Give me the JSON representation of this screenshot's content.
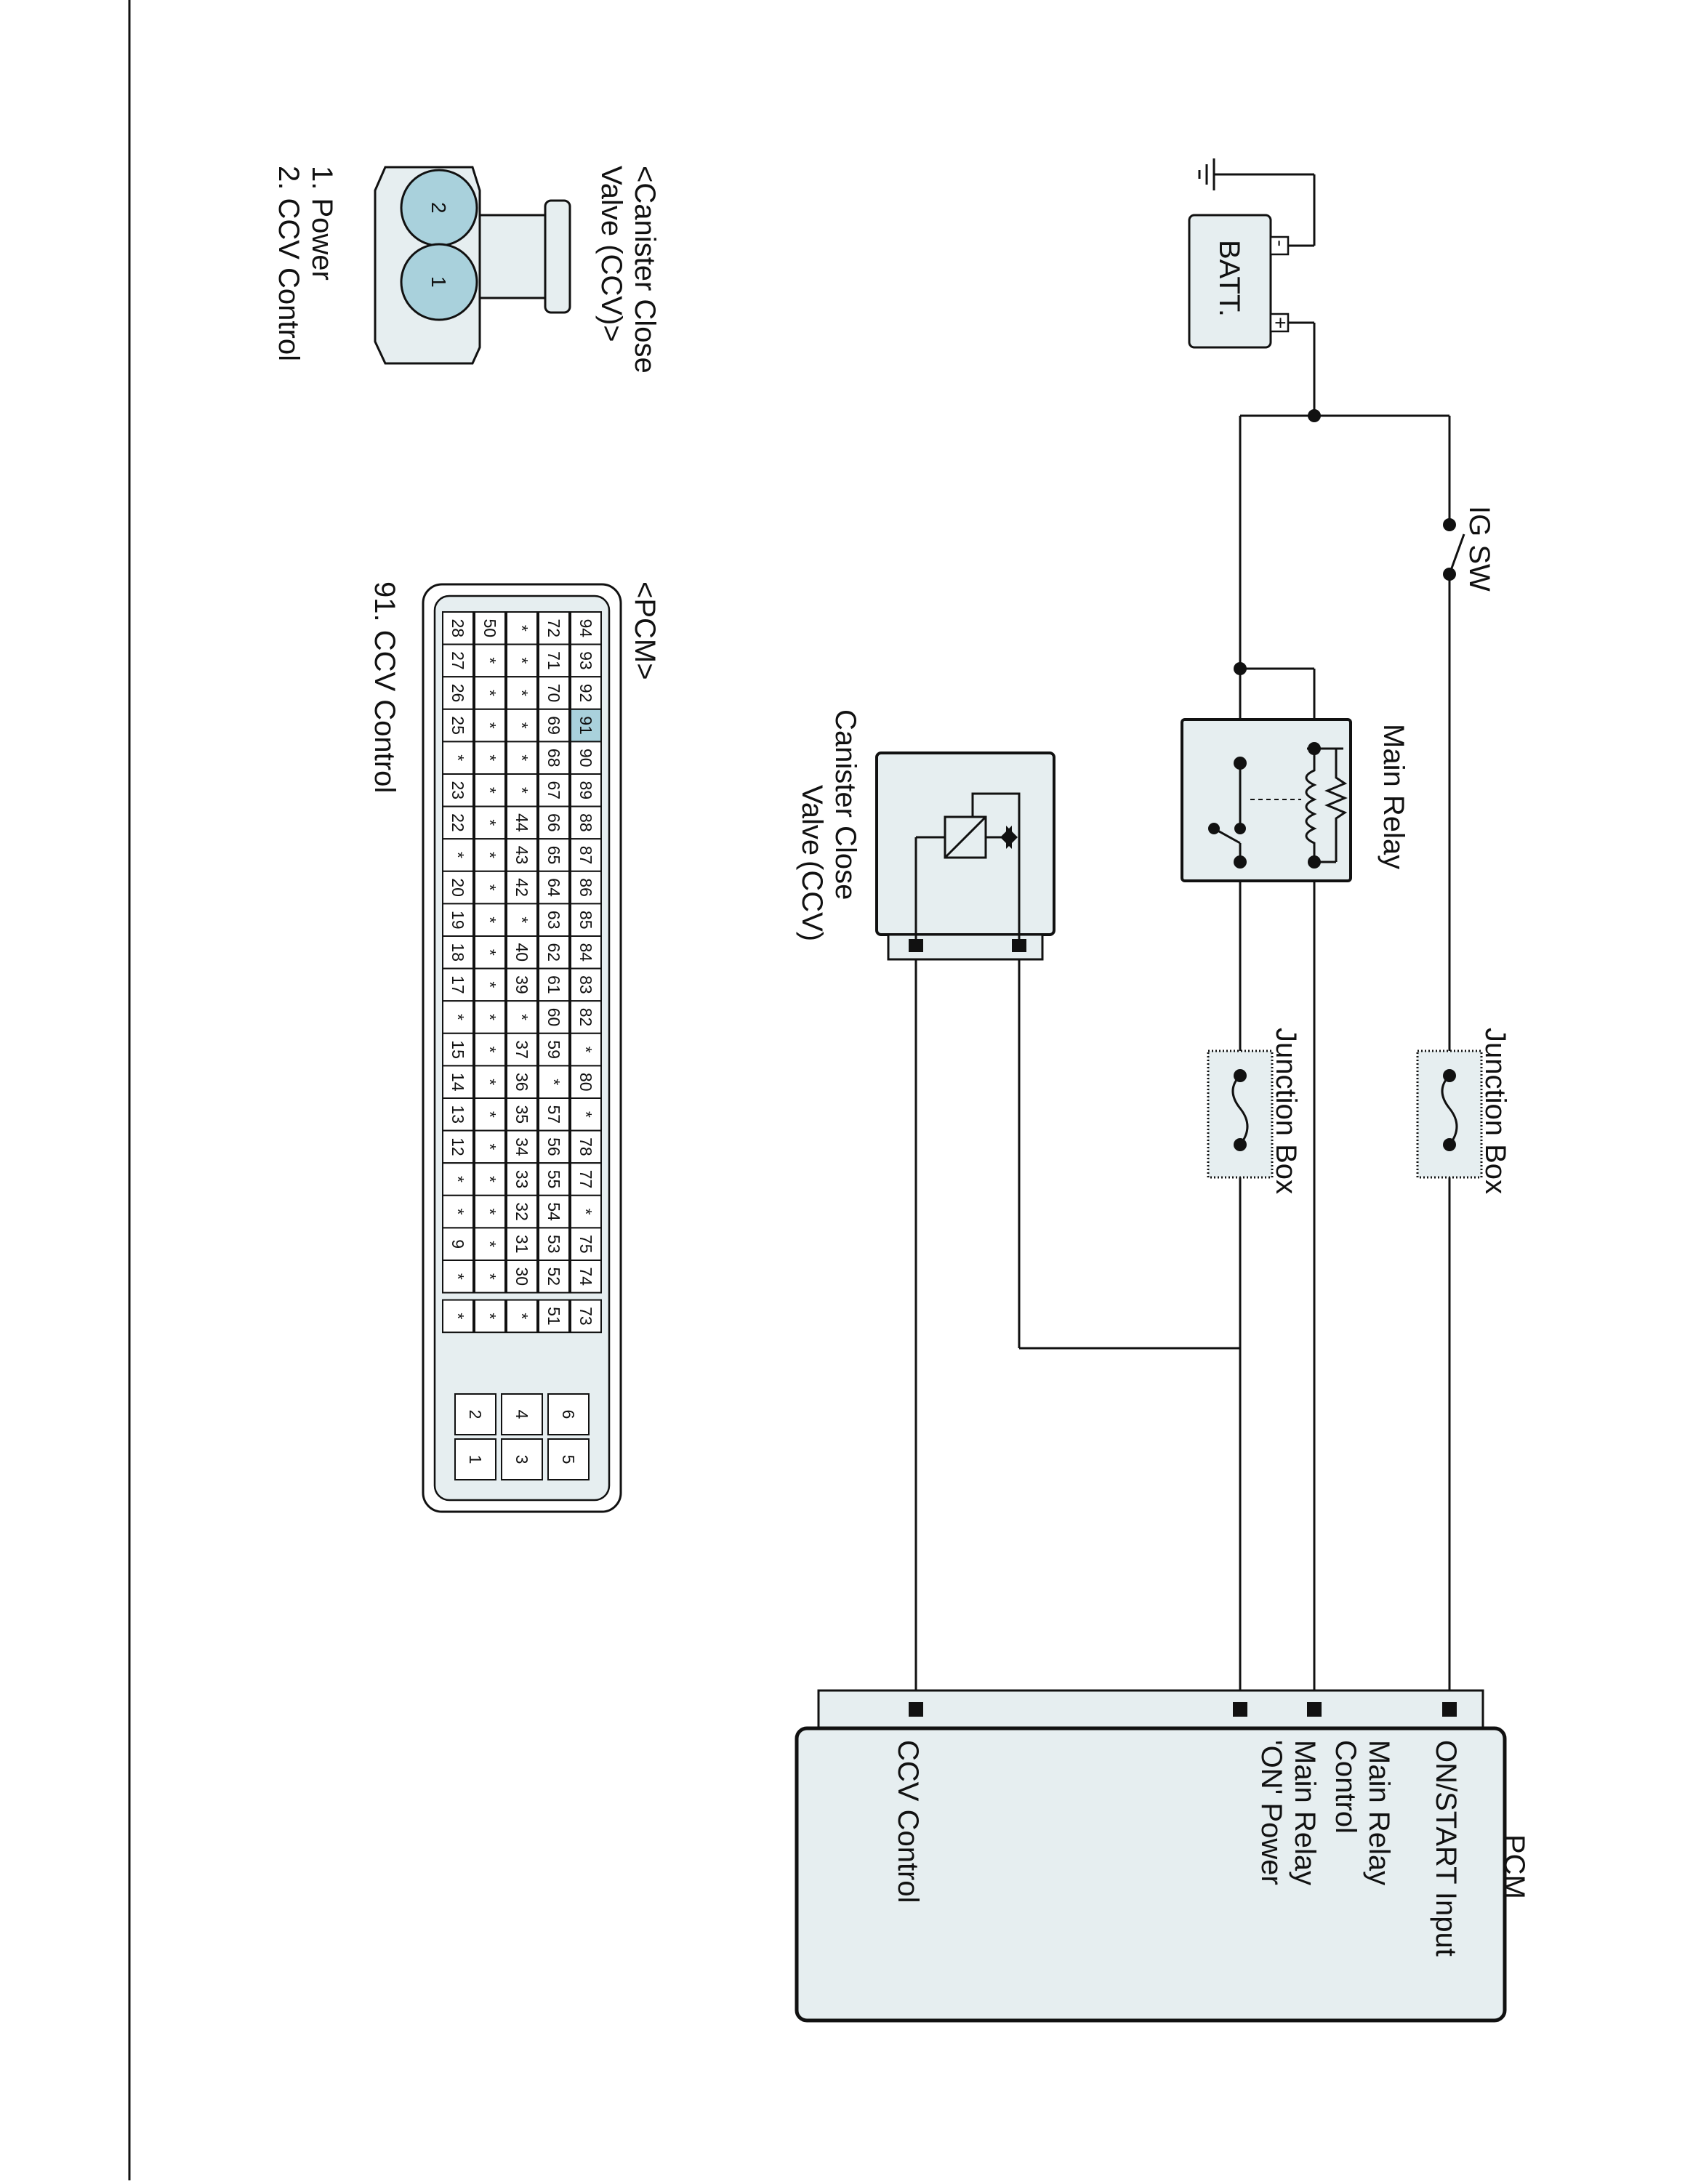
{
  "battery": {
    "label": "BATT.",
    "minus": "-",
    "plus": "+"
  },
  "ig_switch": {
    "label": "IG SW"
  },
  "junction_box_1": {
    "label": "Junction Box"
  },
  "junction_box_2": {
    "label": "Junction Box"
  },
  "main_relay": {
    "label": "Main Relay"
  },
  "ccv": {
    "label_lines": [
      "Canister Close",
      "Valve",
      "(CCV)"
    ]
  },
  "pcm": {
    "title": "PCM",
    "pins": [
      {
        "lines": [
          "ON/START Input"
        ]
      },
      {
        "lines": [
          "Main Relay",
          "Control"
        ]
      },
      {
        "lines": [
          "Main Relay",
          "'ON' Power"
        ]
      },
      {
        "lines": [
          "CCV Control"
        ]
      }
    ]
  },
  "ccv_connector": {
    "title_lines": [
      "<Canister Close",
      "Valve (CCV)>"
    ],
    "pins": [
      {
        "num": "1",
        "desc": "1. Power"
      },
      {
        "num": "2",
        "desc": "2. CCV Control"
      }
    ],
    "pin_fill": "#a9d1dc"
  },
  "pcm_connector": {
    "title": "<PCM>",
    "note": "91. CCV Control",
    "highlight_pin": "91",
    "highlight_color": "#a9d1dc",
    "rows": [
      [
        "94",
        "93",
        "92",
        "91",
        "90",
        "89",
        "88",
        "87",
        "86",
        "85",
        "84",
        "83",
        "82",
        "*",
        "80",
        "*",
        "78",
        "77",
        "*",
        "75",
        "74",
        "73"
      ],
      [
        "72",
        "71",
        "70",
        "69",
        "68",
        "67",
        "66",
        "65",
        "64",
        "63",
        "62",
        "61",
        "60",
        "59",
        "*",
        "57",
        "56",
        "55",
        "54",
        "53",
        "52",
        "51"
      ],
      [
        "*",
        "*",
        "*",
        "*",
        "*",
        "*",
        "44",
        "43",
        "42",
        "*",
        "40",
        "39",
        "*",
        "37",
        "36",
        "35",
        "34",
        "33",
        "32",
        "31",
        "30",
        "*"
      ],
      [
        "50",
        "*",
        "*",
        "*",
        "*",
        "*",
        "*",
        "*",
        "*",
        "*",
        "*",
        "*",
        "*",
        "*",
        "*",
        "*",
        "*",
        "*",
        "*",
        "*",
        "*",
        "*"
      ],
      [
        "28",
        "27",
        "26",
        "25",
        "*",
        "23",
        "22",
        "*",
        "20",
        "19",
        "18",
        "17",
        "*",
        "15",
        "14",
        "13",
        "12",
        "*",
        "*",
        "9",
        "*",
        "*"
      ]
    ],
    "aux_pins": [
      [
        "6",
        "5"
      ],
      [
        "4",
        "3"
      ],
      [
        "2",
        "1"
      ]
    ]
  }
}
